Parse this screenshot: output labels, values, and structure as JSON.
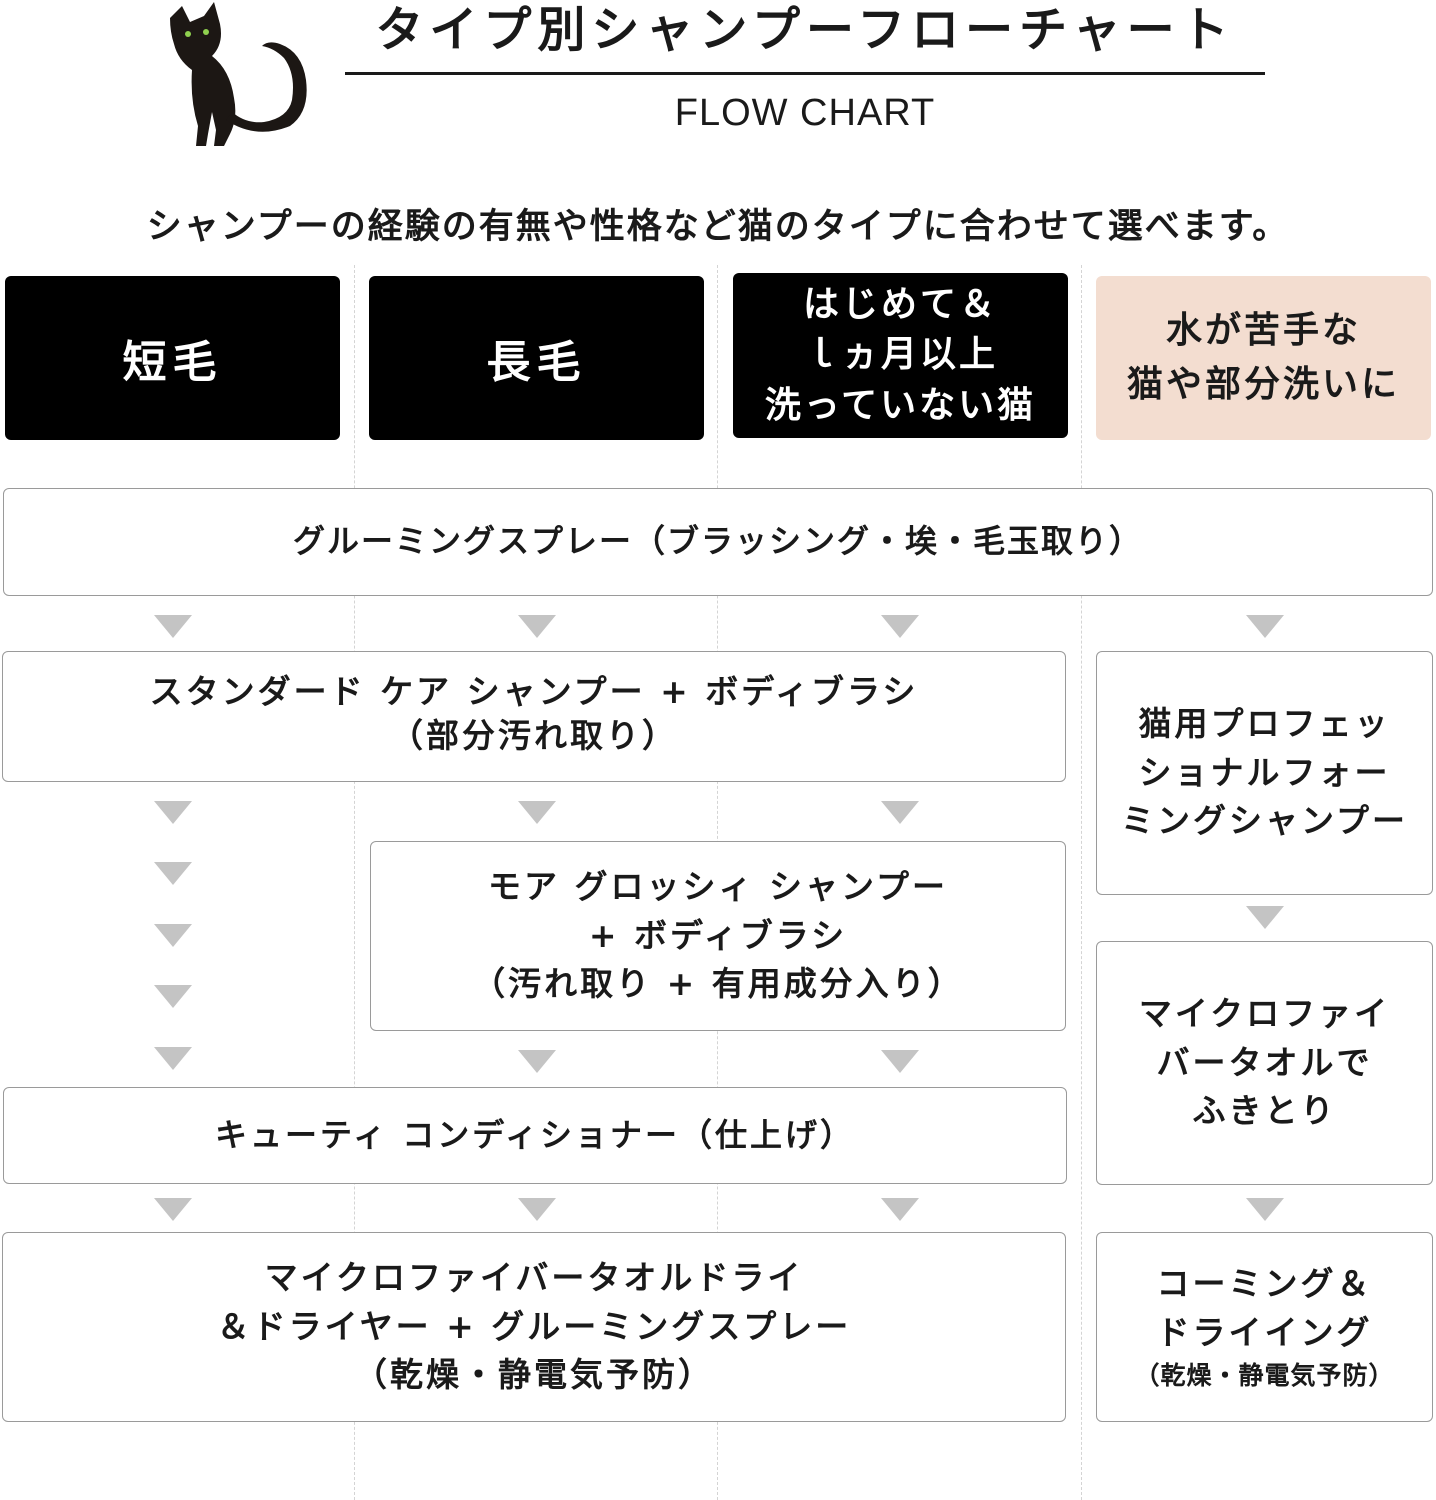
{
  "header": {
    "title": "タイプ別シャンプーフローチャート",
    "subtitle": "FLOW CHART",
    "lead": "シャンプーの経験の有無や性格など猫のタイプに合わせて選べます。"
  },
  "colors": {
    "dark_box": "#000000",
    "peach_box": "#f3ddd0",
    "arrow": "#c4c4c4",
    "border": "#9a9a9a"
  },
  "categories": [
    {
      "label": "短毛"
    },
    {
      "label": "長毛"
    },
    {
      "label": "はじめて＆\nｌヵ月以上\n洗っていない猫"
    },
    {
      "label": "水が苦手な\n猫や部分洗いに"
    }
  ],
  "steps": {
    "grooming_spray": "グルーミングスプレー（ブラッシング・埃・毛玉取り）",
    "standard_care": "スタンダード ケア シャンプー + ボディブラシ\n（部分汚れ取り）",
    "more_glossy": "モア グロッシィ シャンプー\n+ ボディブラシ\n（汚れ取り + 有用成分入り）",
    "cutie_conditioner": "キューティ コンディショナー（仕上げ）",
    "towel_dry": "マイクロファイバータオルドライ\n＆ドライヤー + グルーミングスプレー\n（乾燥・静電気予防）",
    "foaming_shampoo": "猫用プロフェッ\nショナルフォー\nミングシャンプー",
    "microfiber_wipe": "マイクロファイ\nバータオルで\nふきとり",
    "combing_title": "コーミング＆\nドライイング",
    "combing_note": "（乾燥・静電気予防）"
  }
}
